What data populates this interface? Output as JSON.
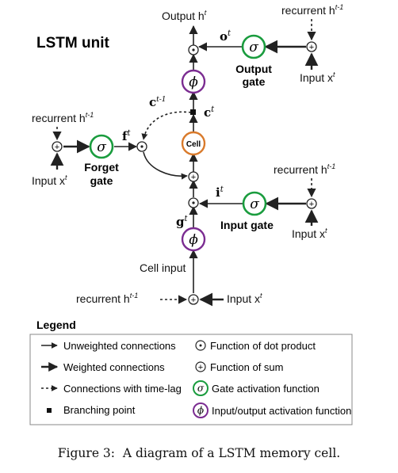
{
  "title": "LSTM unit",
  "labels": {
    "output_h": "Output h",
    "output_h_sup": "t",
    "recurrent": "recurrent h",
    "recurrent_sup": "t-1",
    "input": "Input x",
    "input_sup": "t",
    "o": "o",
    "o_sup": "t",
    "output_gate_line1": "Output",
    "output_gate_line2": "gate",
    "c_prev": "c",
    "c_prev_sup": "t-1",
    "c": "c",
    "c_sup": "t",
    "f": "f",
    "f_sup": "t",
    "forget_gate_line1": "Forget",
    "forget_gate_line2": "gate",
    "cell": "Cell",
    "i": "i",
    "i_sup": "t",
    "g": "g",
    "g_sup": "t",
    "input_gate": "Input gate",
    "cell_input": "Cell input"
  },
  "symbols": {
    "sigma": "σ",
    "phi": "ϕ",
    "plus": "+",
    "dot": "·"
  },
  "legend": {
    "title": "Legend",
    "items": [
      "Unweighted connections",
      "Weighted connections",
      "Connections with time-lag",
      "Branching point",
      "Function of dot product",
      "Function of sum",
      "Gate activation function",
      "Input/output activation function"
    ]
  },
  "caption": "Figure 3:  A diagram of a LSTM memory cell.",
  "colors": {
    "gate_green": "#1a9c3e",
    "phi_purple": "#7b2c91",
    "cell_orange": "#d97a2b",
    "legend_border": "#888888"
  }
}
